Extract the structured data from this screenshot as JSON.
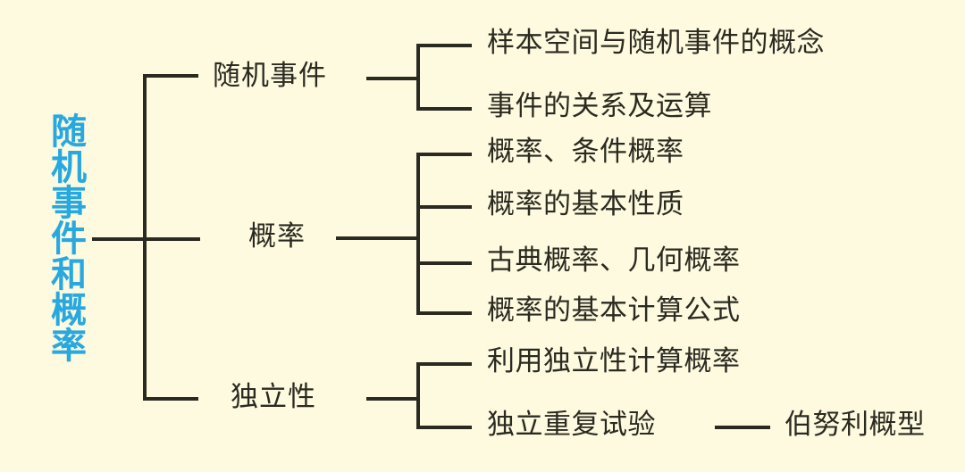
{
  "diagram": {
    "title": "随机事件和概率",
    "type": "mind-map-bracket-tree",
    "colors": {
      "background": "#fdfadf",
      "root_text": "#27a8e0",
      "node_text": "#2b2a21",
      "line": "#2b2a21"
    },
    "root": {
      "label": "随机事件和概率",
      "orientation": "vertical"
    },
    "branches": [
      {
        "label": "随机事件",
        "leaves": [
          {
            "label": "样本空间与随机事件的概念"
          },
          {
            "label": "事件的关系及运算"
          }
        ]
      },
      {
        "label": "概率",
        "leaves": [
          {
            "label": "概率、条件概率"
          },
          {
            "label": "概率的基本性质"
          },
          {
            "label": "古典概率、几何概率"
          },
          {
            "label": "概率的基本计算公式"
          }
        ]
      },
      {
        "label": "独立性",
        "leaves": [
          {
            "label": "利用独立性计算概率"
          },
          {
            "label": "独立重复试验",
            "tail": "伯努利概型"
          }
        ]
      }
    ]
  }
}
